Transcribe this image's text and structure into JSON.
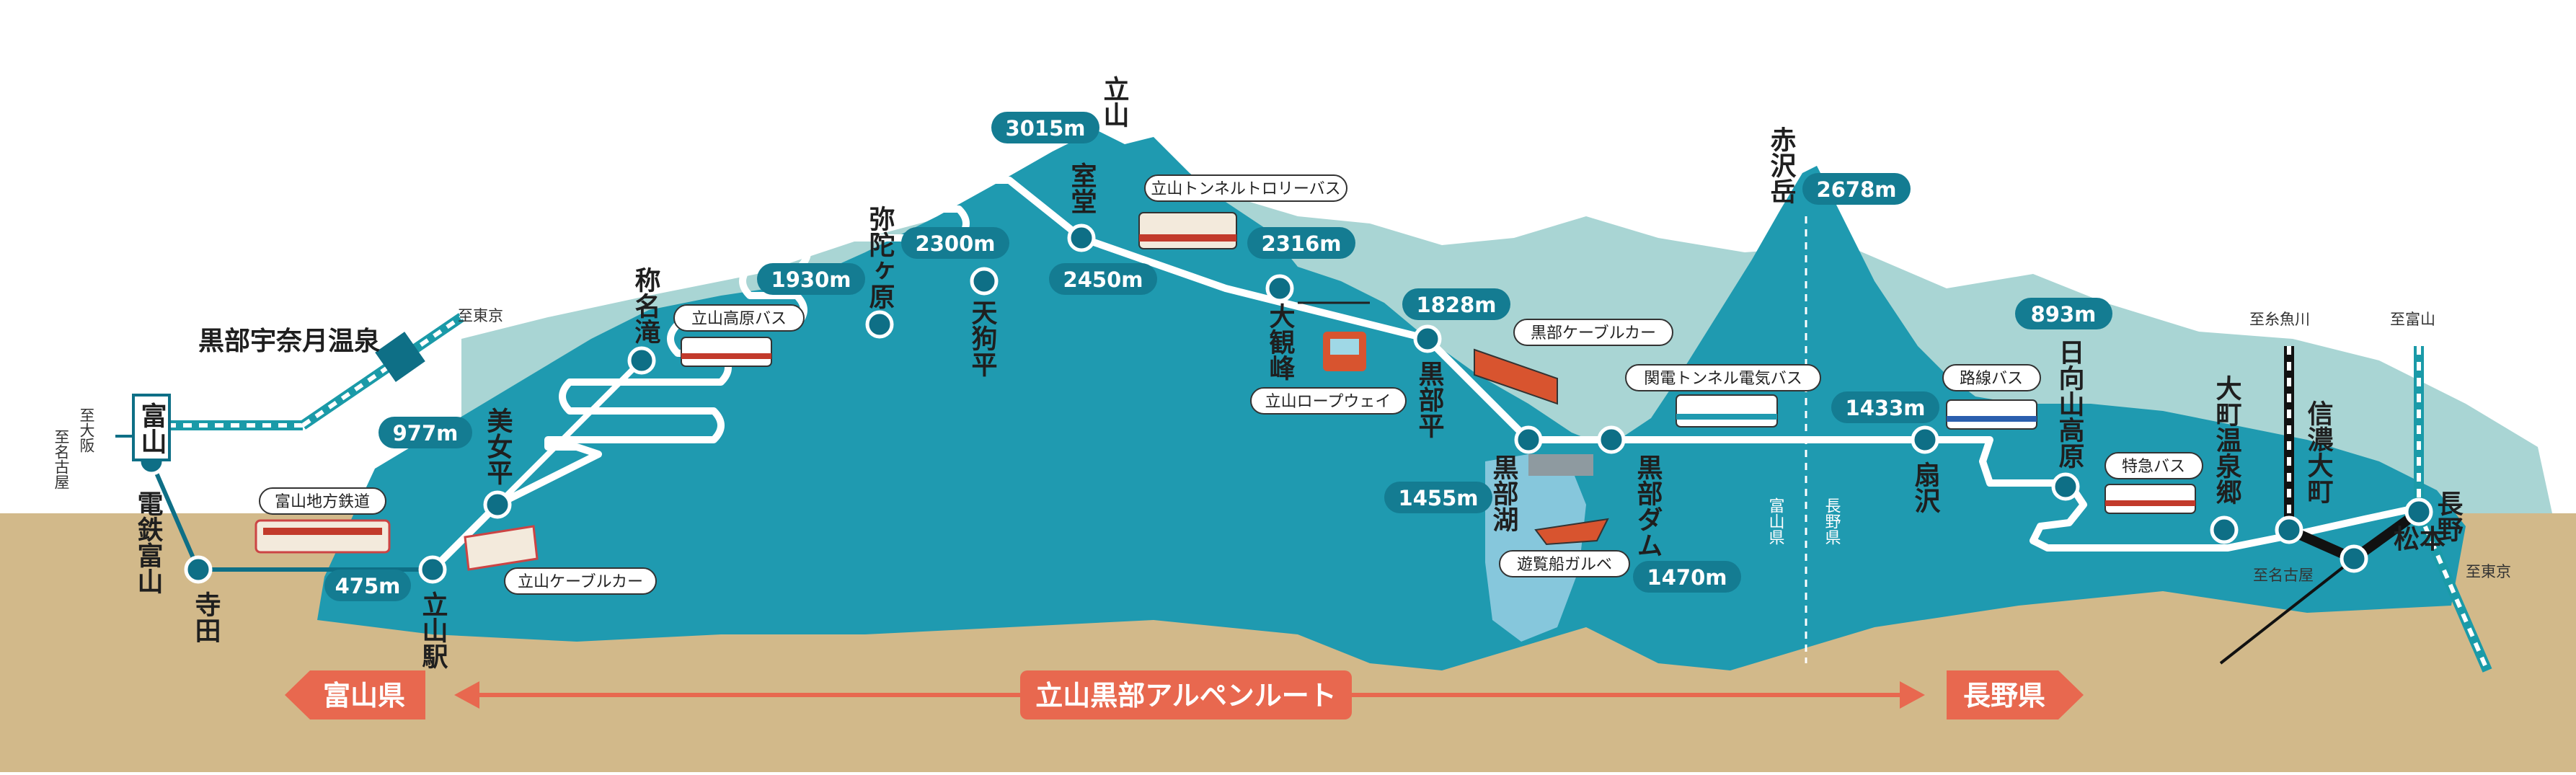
{
  "route_title": "立山黒部アルペンルート",
  "prefectures": {
    "left": "富山県",
    "right": "長野県"
  },
  "border_labels": [
    "富山県",
    "長野県"
  ],
  "stations": {
    "toyama": "富山",
    "dentetsu_toyama": "電鉄富山",
    "terada": "寺田",
    "tateyama_station": "立山駅",
    "bijodaira": "美女平",
    "shomyo_falls": "称名滝",
    "midagahara": "弥陀ヶ原",
    "tengudaira": "天狗平",
    "murodo": "室堂",
    "tateyama_peak": "立山",
    "daikanbo": "大観峰",
    "kurobedaira": "黒部平",
    "kurobeko": "黒部湖",
    "kurobe_dam": "黒部ダム",
    "akazawadake": "赤沢岳",
    "ogisawa": "扇沢",
    "hinata_yama_kogen": "日向山高原",
    "omachi_onsenkyo": "大町温泉郷",
    "shinano_omachi": "信濃大町",
    "matsumoto": "松本",
    "nagano": "長野",
    "unazuki_onsen": "黒部宇奈月温泉"
  },
  "elevations": {
    "tateyama_station": "475m",
    "bijodaira": "977m",
    "midagahara": "1930m",
    "tengudaira": "2300m",
    "murodo": "2450m",
    "tateyama_peak": "3015m",
    "daikanbo": "2316m",
    "kurobedaira": "1828m",
    "kurobeko": "1455m",
    "kurobe_dam": "1470m",
    "akazawadake": "2678m",
    "ogisawa": "1433m",
    "hinata_yama_kogen": "893m"
  },
  "transport": {
    "toyama_chiho_railway": "富山地方鉄道",
    "tateyama_cable_car": "立山ケーブルカー",
    "tateyama_kogen_bus": "立山高原バス",
    "tateyama_tunnel_trolleybus": "立山トンネルトロリーバス",
    "tateyama_ropeway": "立山ロープウェイ",
    "kurobe_cable_car": "黒部ケーブルカー",
    "kanden_tunnel_bus": "関電トンネル電気バス",
    "sightseeing_boat": "遊覧船ガルベ",
    "route_bus": "路線バス",
    "express_bus": "特急バス"
  },
  "directions": {
    "to_osaka": "至大阪",
    "to_nagoya_left": "至名古屋",
    "to_tokyo_top": "至東京",
    "to_itoigawa": "至糸魚川",
    "to_toyama": "至富山",
    "to_nagoya_right": "至名古屋",
    "to_tokyo_right": "至東京"
  },
  "colors": {
    "ground": "#d2b98a",
    "mountain_back": "#a9d5d4",
    "mountain_main": "#1f9ab0",
    "route_line": "#ffffff",
    "node": "#0e6f86",
    "pill": "#147c92",
    "banner": "#e8684f",
    "lake": "#86c7dc"
  }
}
